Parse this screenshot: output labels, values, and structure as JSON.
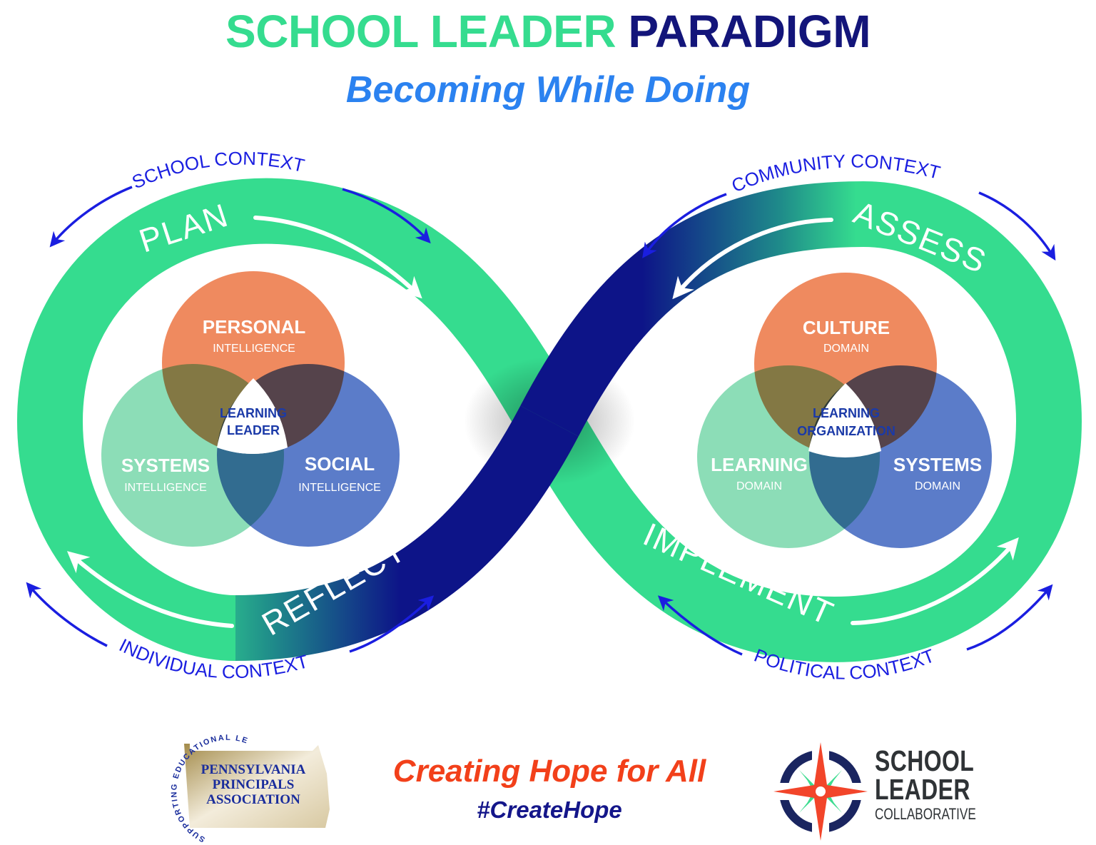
{
  "header": {
    "title_part1": "SCHOOL LEADER",
    "title_part2": "PARADIGM",
    "subtitle": "Becoming While Doing"
  },
  "contexts": {
    "top_left": "SCHOOL CONTEXT",
    "top_right": "COMMUNITY CONTEXT",
    "bottom_left": "INDIVIDUAL CONTEXT",
    "bottom_right": "POLITICAL CONTEXT"
  },
  "phases": {
    "plan": "PLAN",
    "assess": "ASSESS",
    "implement": "IMPLEMENT",
    "reflect": "REFLECT"
  },
  "left_venn": {
    "top": {
      "title": "PERSONAL",
      "sub": "INTELLIGENCE"
    },
    "left": {
      "title": "SYSTEMS",
      "sub": "INTELLIGENCE"
    },
    "right": {
      "title": "SOCIAL",
      "sub": "INTELLIGENCE"
    },
    "center_line1": "LEARNING",
    "center_line2": "LEADER"
  },
  "right_venn": {
    "top": {
      "title": "CULTURE",
      "sub": "DOMAIN"
    },
    "left": {
      "title": "LEARNING",
      "sub": "DOMAIN"
    },
    "right": {
      "title": "SYSTEMS",
      "sub": "DOMAIN"
    },
    "center_line1": "LEARNING",
    "center_line2": "ORGANIZATION"
  },
  "footer": {
    "tagline": "Creating Hope for All",
    "hashtag": "#CreateHope",
    "ppa": {
      "arc_text": "SUPPORTING EDUCATIONAL LEADERS",
      "line1": "PENNSYLVANIA",
      "line2": "PRINCIPALS",
      "line3": "ASSOCIATION"
    },
    "slc": {
      "line1": "SCHOOL",
      "line2": "LEADER",
      "line3": "COLLABORATIVE"
    }
  },
  "colors": {
    "green": "#35dc8f",
    "navy": "#0d1488",
    "context_blue": "#1a1ee0",
    "orange": "#ef8a5f",
    "venn_green": "#86dbb3",
    "venn_blue": "#5275c6",
    "title_navy": "#13157a",
    "subtitle_blue": "#2b82f0",
    "tagline_red": "#f2401a"
  }
}
